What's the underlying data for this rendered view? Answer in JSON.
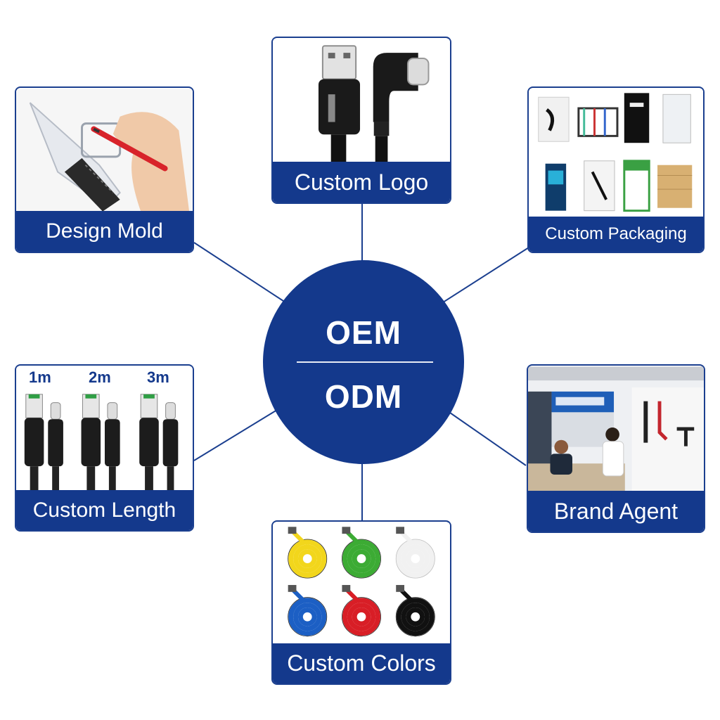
{
  "hub": {
    "top": "OEM",
    "bottom": "ODM"
  },
  "colors": {
    "brand": "#14398c",
    "line": "#1b3f8f",
    "background": "#ffffff"
  },
  "cards": {
    "design_mold": {
      "label": "Design Mold",
      "image": "hand-drawing-cable-mold"
    },
    "custom_logo": {
      "label": "Custom Logo",
      "image": "usb-a-and-angled-usb-c-cable"
    },
    "custom_packaging": {
      "label": "Custom Packaging",
      "image": "packaging-samples-grid"
    },
    "custom_length": {
      "label": "Custom Length",
      "image": "three-cable-pairs",
      "lengths": [
        "1m",
        "2m",
        "3m"
      ]
    },
    "brand_agent": {
      "label": "Brand Agent",
      "image": "trade-show-booth"
    },
    "custom_colors": {
      "label": "Custom Colors",
      "image": "coiled-cables",
      "swatches": [
        "#f2d61c",
        "#3cab34",
        "#f1f1f1",
        "#1c5fc4",
        "#d81e26",
        "#111111"
      ]
    }
  }
}
